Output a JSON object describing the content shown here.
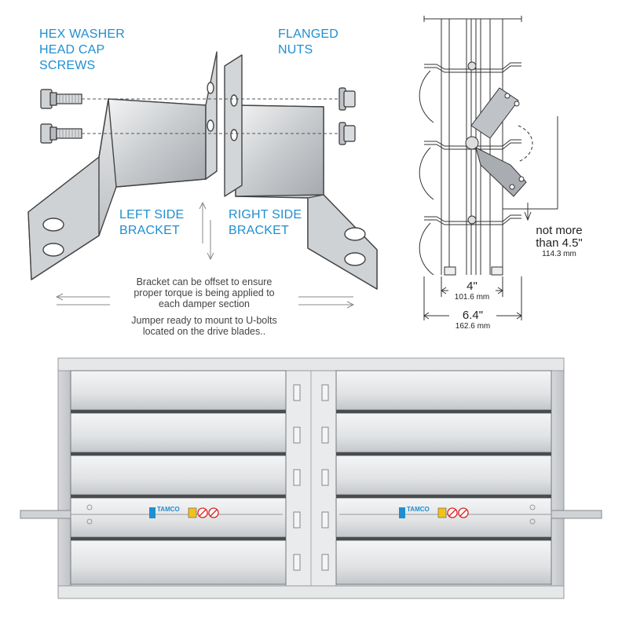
{
  "labels": {
    "hex_washer": [
      "HEX WASHER",
      "HEAD CAP",
      "SCREWS"
    ],
    "flanged_nuts": [
      "FLANGED",
      "NUTS"
    ],
    "left_bracket": [
      "LEFT SIDE",
      "BRACKET"
    ],
    "right_bracket": [
      "RIGHT SIDE",
      "BRACKET"
    ]
  },
  "notes": {
    "offset": [
      "Bracket can be offset to ensure",
      "proper torque is being applied to",
      "each damper section"
    ],
    "jumper": [
      "Jumper ready to mount to U-bolts",
      "located on the drive blades.."
    ]
  },
  "dimensions": {
    "max_gap": {
      "line1": "not more",
      "line2": "than 4.5\"",
      "metric": "114.3 mm"
    },
    "depth": {
      "imperial": "4\"",
      "metric": "101.6 mm"
    },
    "overall": {
      "imperial": "6.4\"",
      "metric": "162.6 mm"
    }
  },
  "brand": {
    "logo_text": "TAMCO"
  },
  "colors": {
    "label_blue": "#1f8fd0",
    "frame_gray": "#c9ccd0",
    "blade_light": "#e6e8ea"
  },
  "icons": [
    "hex-screw-icon",
    "flanged-nut-icon",
    "tamco-logo-icon",
    "warning-label-icon",
    "no-symbol-icon"
  ]
}
